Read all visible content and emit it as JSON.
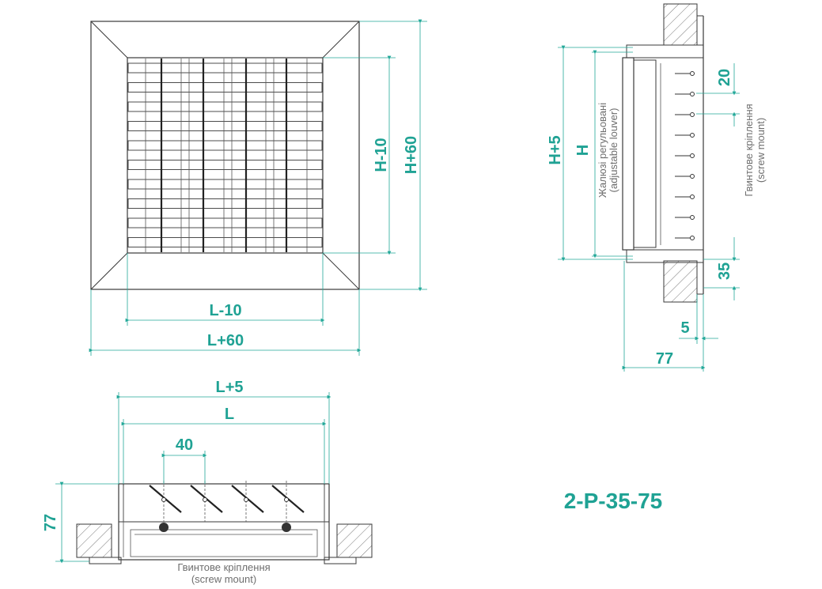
{
  "front": {
    "dim_top": "H-10",
    "dim_outer": "H+60",
    "dim_inner_w": "L-10",
    "dim_outer_w": "L+60"
  },
  "side": {
    "dim_h5": "H+5",
    "dim_h": "H",
    "louver_label_ua": "Жалюзі регульовані",
    "louver_label_en": "(adjustable louver)",
    "dim_20": "20",
    "mount_label_ua": "Гвинтове кріплення",
    "mount_label_en": "(screw mount)",
    "dim_35": "35",
    "dim_5": "5",
    "dim_77": "77"
  },
  "bottom": {
    "dim_l5": "L+5",
    "dim_l": "L",
    "dim_40": "40",
    "dim_77": "77",
    "mount_label_ua": "Гвинтове кріплення",
    "mount_label_en": "(screw mount)"
  },
  "model_code": "2-P-35-75",
  "colors": {
    "accent": "#1fa294",
    "line": "#3a3a3a"
  }
}
